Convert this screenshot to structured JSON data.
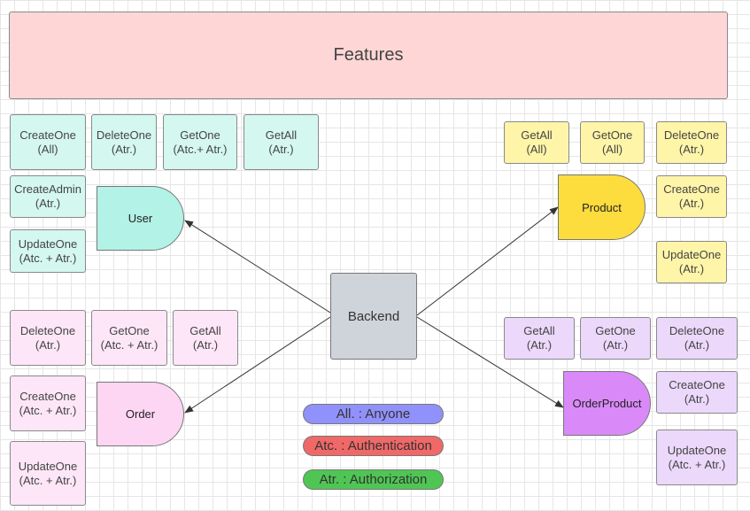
{
  "header": {
    "title": "Features"
  },
  "center": {
    "label": "Backend"
  },
  "user": {
    "label": "User",
    "ops": [
      {
        "name": "CreateOne",
        "perm": "(All)"
      },
      {
        "name": "DeleteOne",
        "perm": "(Atr.)"
      },
      {
        "name": "GetOne",
        "perm": "(Atc.+ Atr.)"
      },
      {
        "name": "GetAll",
        "perm": "(Atr.)"
      },
      {
        "name": "CreateAdmin",
        "perm": "(Atr.)"
      },
      {
        "name": "UpdateOne",
        "perm": "(Atc. + Atr.)"
      }
    ]
  },
  "product": {
    "label": "Product",
    "ops": [
      {
        "name": "GetAll",
        "perm": "(All)"
      },
      {
        "name": "GetOne",
        "perm": "(All)"
      },
      {
        "name": "DeleteOne",
        "perm": "(Atr.)"
      },
      {
        "name": "CreateOne",
        "perm": "(Atr.)"
      },
      {
        "name": "UpdateOne",
        "perm": "(Atr.)"
      }
    ]
  },
  "order": {
    "label": "Order",
    "ops": [
      {
        "name": "DeleteOne",
        "perm": "(Atr.)"
      },
      {
        "name": "GetOne",
        "perm": "(Atc. + Atr.)"
      },
      {
        "name": "GetAll",
        "perm": "(Atr.)"
      },
      {
        "name": "CreateOne",
        "perm": "(Atc. + Atr.)"
      },
      {
        "name": "UpdateOne",
        "perm": "(Atc. + Atr.)"
      }
    ]
  },
  "orderproduct": {
    "label": "OrderProduct",
    "ops": [
      {
        "name": "GetAll",
        "perm": "(Atr.)"
      },
      {
        "name": "GetOne",
        "perm": "(Atr.)"
      },
      {
        "name": "DeleteOne",
        "perm": "(Atr.)"
      },
      {
        "name": "CreateOne",
        "perm": "(Atr.)"
      },
      {
        "name": "UpdateOne",
        "perm": "(Atc. + Atr.)"
      }
    ]
  },
  "legend": [
    {
      "text": "All. : Anyone",
      "color": "#9191fb"
    },
    {
      "text": "Atc. : Authentication",
      "color": "#f16868"
    },
    {
      "text": "Atr. : Authorization",
      "color": "#4fc654"
    }
  ],
  "colors": {
    "user": "#b3f2e6",
    "product": "#fddc3e",
    "order": "#fdd6f4",
    "orderproduct": "#d98af8",
    "backend": "#cfd3da",
    "header": "#ffd6d6"
  }
}
